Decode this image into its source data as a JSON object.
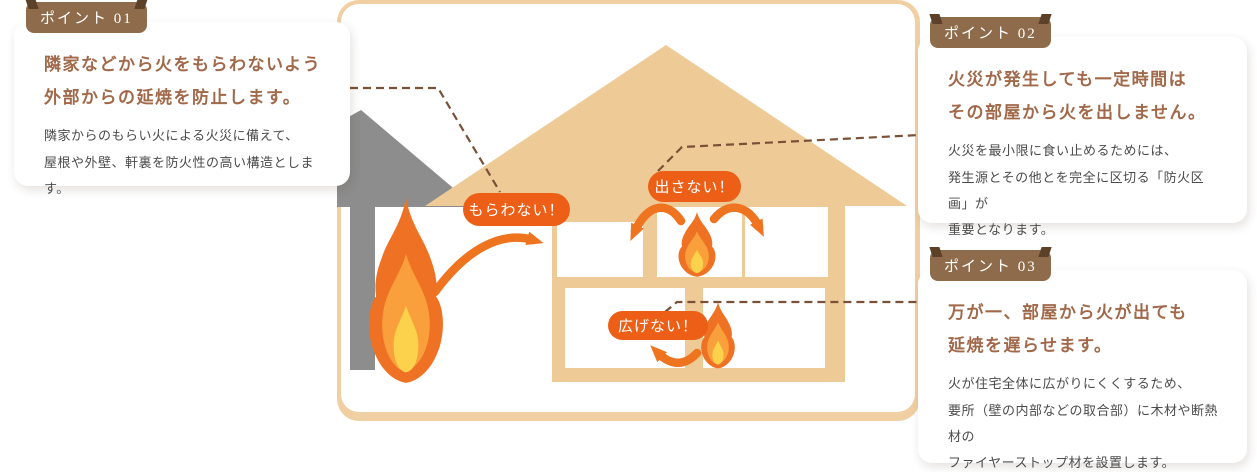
{
  "colors": {
    "accent_orange": "#ed5f17",
    "arrow_orange": "#ee7420",
    "flame_outer": "#ef7124",
    "flame_mid": "#f9a03c",
    "flame_inner": "#fcd14b",
    "house_tan": "#eeca96",
    "panel_border_tan": "#f0d0a2",
    "badge_brown": "#8e6b4b",
    "title_brown": "#a1694a",
    "body_text_gray": "#4b4b4b",
    "neighbor_house_gray": "#8d8d8d",
    "connector_brown": "#7a5137"
  },
  "points": [
    {
      "badge": "ポイント 01",
      "title_lines": [
        "隣家などから火をもらわないよう",
        "外部からの延焼を防止します。"
      ],
      "body_lines": [
        "隣家からのもらい火による火災に備えて、",
        "屋根や外壁、軒裏を防火性の高い構造とします。"
      ]
    },
    {
      "badge": "ポイント 02",
      "title_lines": [
        "火災が発生しても一定時間は",
        "その部屋から火を出しません。"
      ],
      "body_lines": [
        "火災を最小限に食い止めるためには、",
        "発生源とその他とを完全に区切る「防火区画」が",
        "重要となります。"
      ]
    },
    {
      "badge": "ポイント 03",
      "title_lines": [
        "万が一、部屋から火が出ても",
        "延焼を遅らせます。"
      ],
      "body_lines": [
        "火が住宅全体に広がりにくくするため、",
        "要所（壁の内部などの取合部）に木材や断熱材の",
        "ファイヤーストップ材を設置します。"
      ]
    }
  ],
  "diagram": {
    "labels": [
      {
        "text": "もらわない！"
      },
      {
        "text": "出さない！"
      },
      {
        "text": "広げない！"
      }
    ],
    "icons": [
      "flame-icon",
      "spread-arrow-icon",
      "house-cross-section-illustration",
      "neighbor-house-roof",
      "dashed-connector-line"
    ]
  }
}
